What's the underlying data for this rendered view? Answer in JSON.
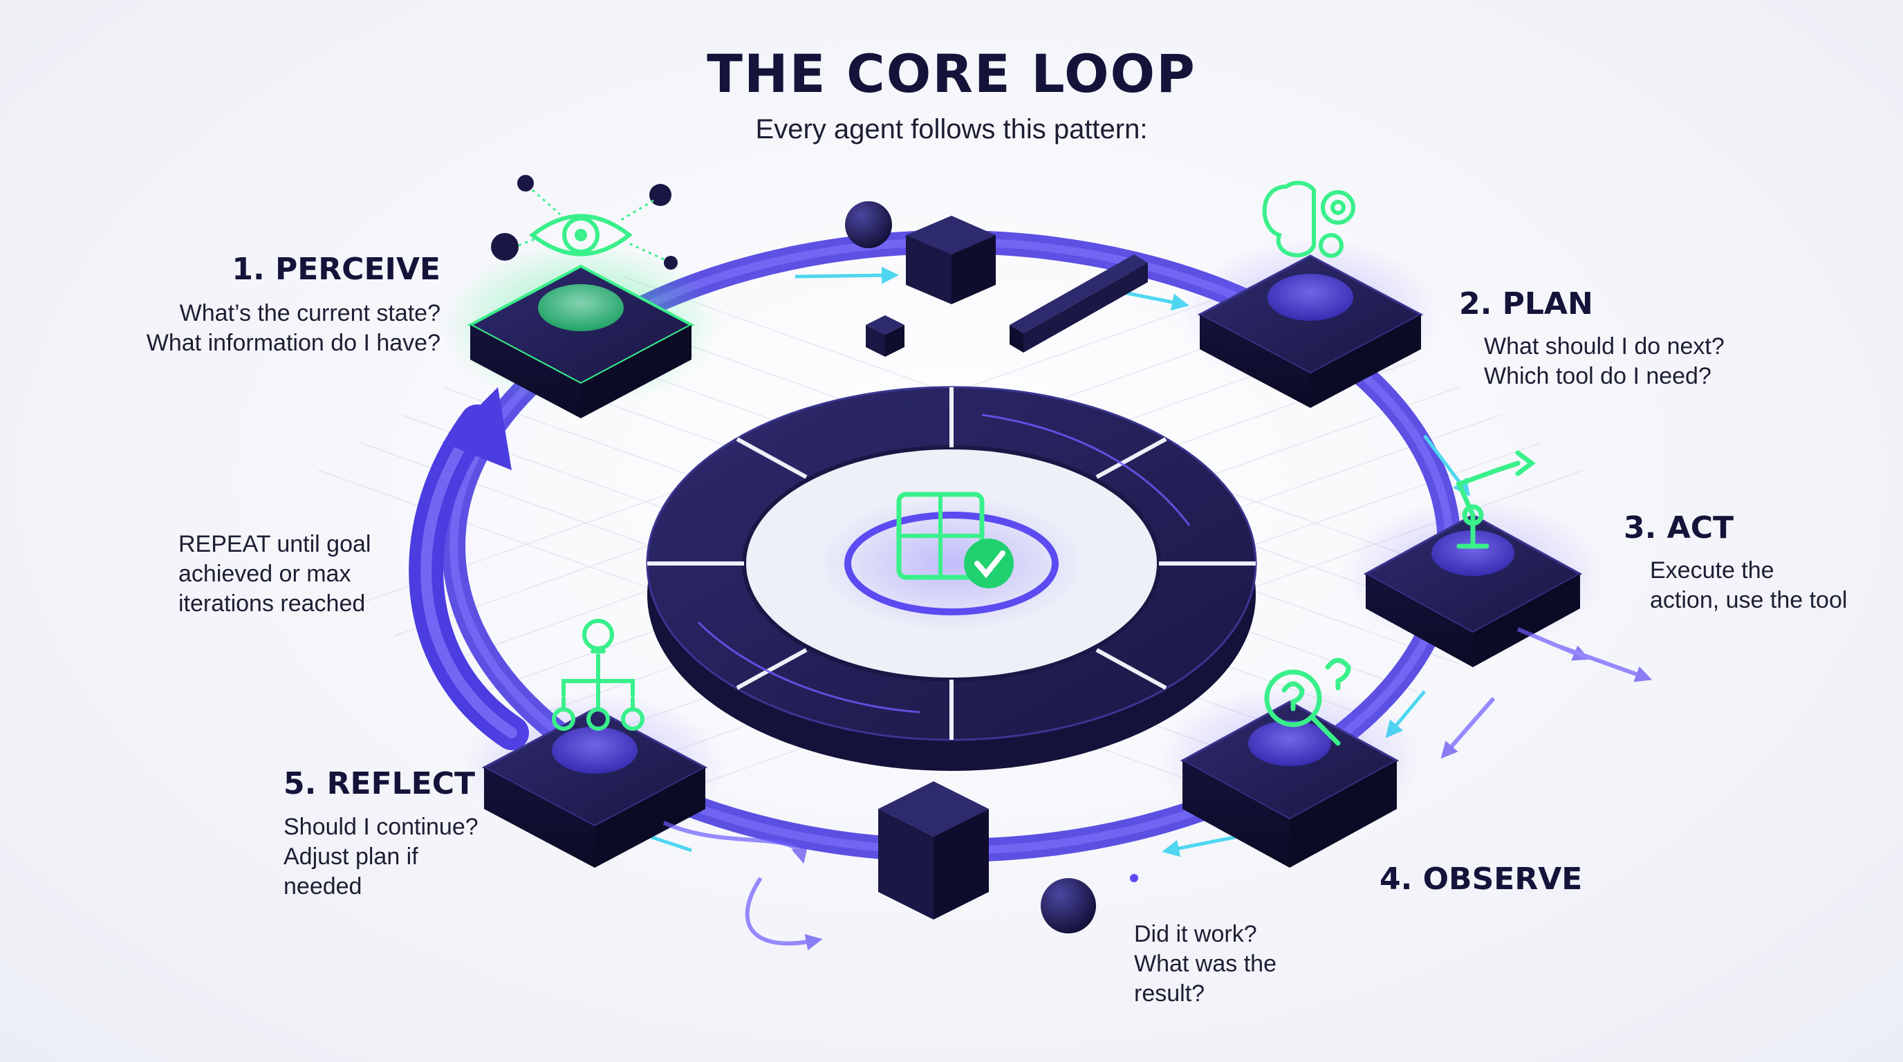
{
  "title": "THE CORE LOOP",
  "subtitle": "Every agent follows this pattern:",
  "steps": [
    {
      "title": "1. PERCEIVE",
      "body": "What’s the current state?\nWhat information do I have?"
    },
    {
      "title": "2. PLAN",
      "body": "What should I do next?\nWhich tool do I need?"
    },
    {
      "title": "3. ACT",
      "body": "Execute the\naction, use the tool"
    },
    {
      "title": "4. OBSERVE",
      "body": "Did it work?\nWhat was the\nresult?"
    },
    {
      "title": "5. REFLECT",
      "body": "Should I continue?\nAdjust plan if\nneeded"
    }
  ],
  "repeat_note": "REPEAT until goal\nachieved or max\niterations reached",
  "colors": {
    "navy": "#1e1b4b",
    "accent_purple": "#5b4bf0",
    "accent_green": "#39f08a",
    "text": "#14133a"
  },
  "icons": {
    "perceive": "eye-icon",
    "plan": "brain-gear-icon",
    "act": "robot-arm-icon",
    "observe": "question-magnifier-icon",
    "reflect": "lightbulb-icon",
    "center": "puzzle-check-icon"
  }
}
